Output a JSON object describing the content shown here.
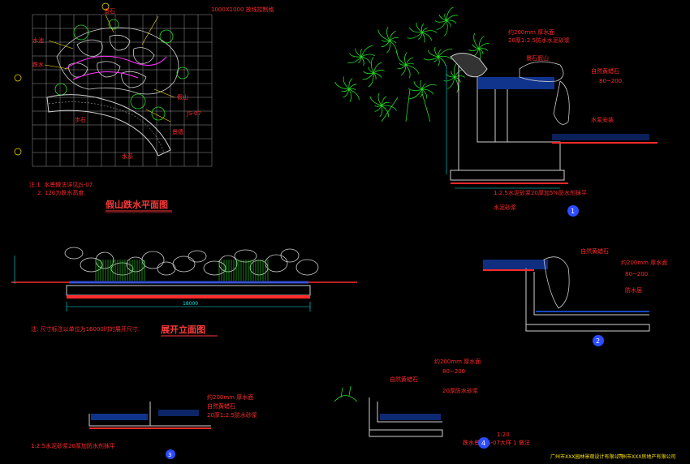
{
  "colors": {
    "background": "#000000",
    "grid": "#ffffff",
    "title": "#ff3b3b",
    "annotation": "#ff2a2a",
    "dimension": "#00e5e5",
    "plant": "#22dd22",
    "rock": "#cfcfcf",
    "water": "#1e5cff",
    "soil": "#ff2a2a",
    "yellow": "#ffe600",
    "magenta": "#ff33ff",
    "badge": "#2b4cff"
  },
  "plan": {
    "title": "假山跌水平面图",
    "note_line1": "注:1. 水景做法详见JS-07.",
    "note_line2": "2. 120为跌水高度.",
    "labels": {
      "top": "景石",
      "a": "1000X1000 放线控制格",
      "b": "水池",
      "c": "跌水",
      "d": "假山",
      "e": "JS-07",
      "f": "景墙",
      "g": "步石",
      "h": "水系"
    }
  },
  "elevation": {
    "title": "展开立面图",
    "note": "注: 尺寸标注以单位为16000时的展开尺寸.",
    "total_dim": "18000"
  },
  "section1": {
    "labels": [
      "约200mm 厚水面",
      "景石假山",
      "80~200",
      "自然黄蜡石",
      "20厚1:2.5防水水泥砂浆",
      "水泵安装"
    ],
    "note": "1:2.5水泥砂浆20厚加5%防水剂抹平",
    "note2": "水泥砂浆",
    "number": "1"
  },
  "section2": {
    "labels": [
      "约200mm 厚水面",
      "自然黄蜡石",
      "80~200",
      "防水层"
    ],
    "number": "2"
  },
  "section3": {
    "labels": [
      "约200mm 厚水面",
      "自然黄蜡石",
      "20厚1:2.5防水砂浆"
    ],
    "note": "1:2.5水泥砂浆20厚加防水剂抹平",
    "number": "3"
  },
  "section4": {
    "labels": [
      "约200mm 厚水面",
      "自然黄蜡石",
      "80~200",
      "20厚防水砂浆"
    ],
    "caption": "跌水景墙JS-07大样 1 做法",
    "scale": "1:20",
    "number": "4"
  },
  "footer": {
    "left": "广州市XXX园林景观设计有限公司",
    "right": "广州市XXX房地产有限公司"
  }
}
